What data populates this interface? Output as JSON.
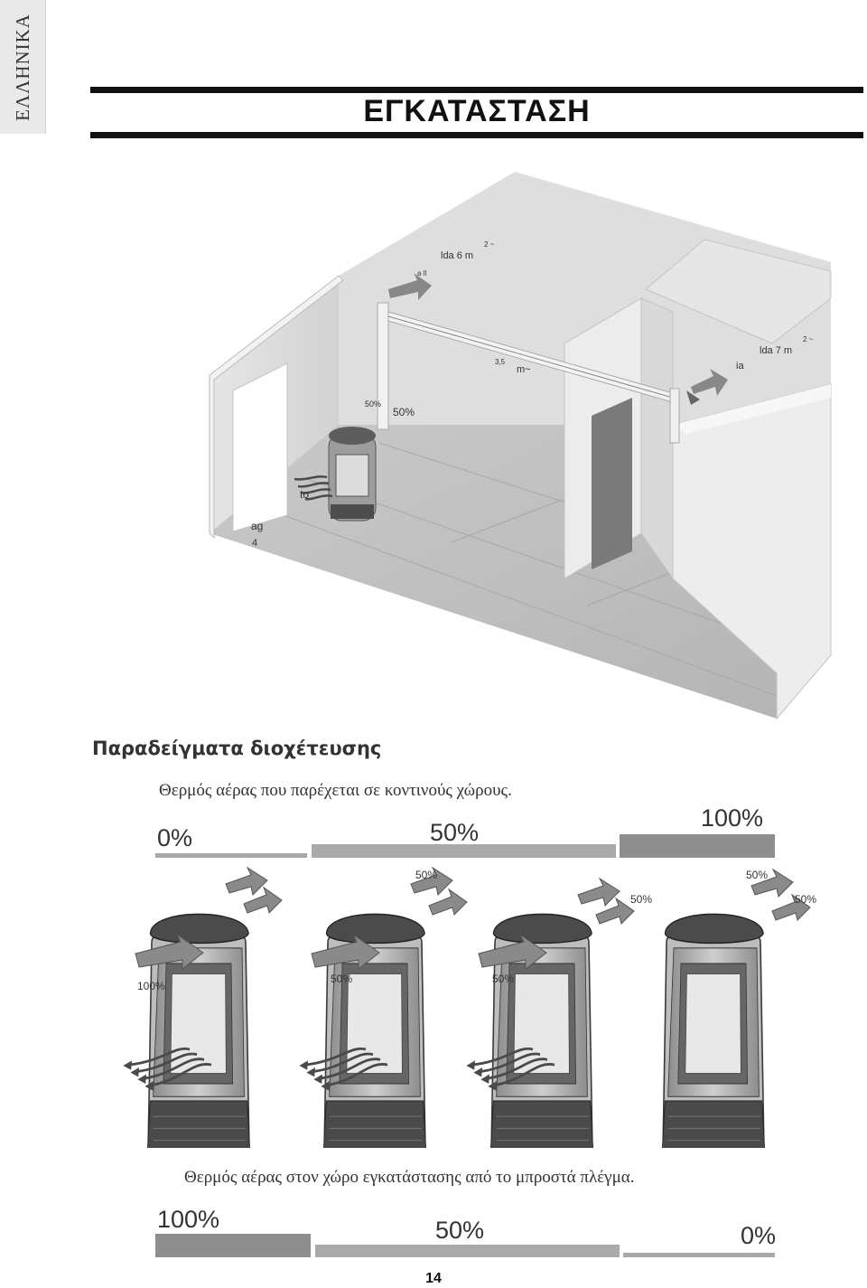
{
  "side_tab": "ΕΛΛΗΝΙΚΑ",
  "page_title": "ΕΓΚΑΤΑΣΤΑΣΗ",
  "room_labels": {
    "room1": "lda 6 m",
    "room1_sup": "2 ~",
    "room1_small": "a ll",
    "room2": "lda 7 m",
    "room2_sup": "2 ~",
    "room2_small": "ia",
    "duct_len": "3,5",
    "duct_unit": "m~",
    "split_small": "50%",
    "split": "50%",
    "front": "to",
    "floor_a": "ag",
    "floor_b": "4"
  },
  "section_heading": "Παραδείγματα διοχέτευσης",
  "upper": {
    "caption": "Θερμός αέρας που παρέχεται σε κοντινούς χώρους.",
    "levels": [
      "0%",
      "50%",
      "100%"
    ]
  },
  "stove_labels": {
    "s1_front": "100%",
    "s2_top": "50%",
    "s2_front": "50%",
    "s3_front": "50%",
    "s3_back": "50%",
    "s4_top": "50%",
    "s4_back": "50%"
  },
  "lower": {
    "caption": "Θερμός αέρας στον χώρο εγκατάστασης από το μπροστά πλέγμα.",
    "levels": [
      "100%",
      "50%",
      "0%"
    ]
  },
  "page_number": "14"
}
